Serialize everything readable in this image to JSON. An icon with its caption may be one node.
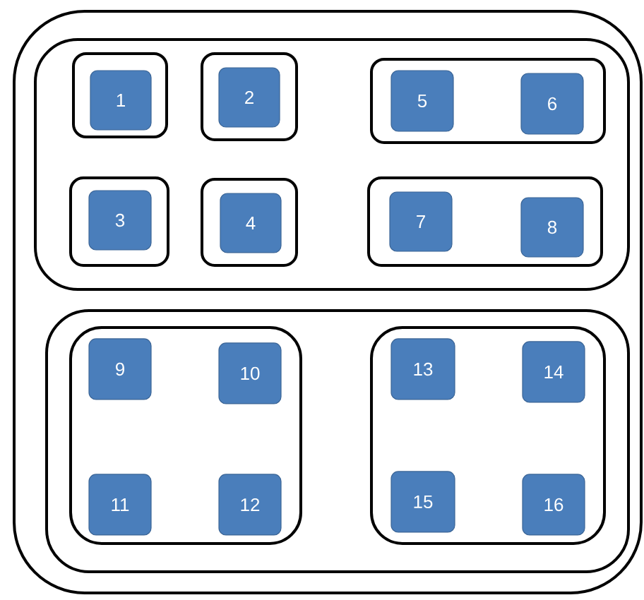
{
  "diagram": {
    "nodes": [
      {
        "text": [],
        "shape": "box"
      },
      {
        "text": [],
        "shape": "box",
        "in": 0
      },
      {
        "text": [],
        "shape": "box",
        "in": 1
      },
      {
        "text": [
          "1"
        ],
        "in": 2
      },
      {
        "text": [],
        "shape": "box",
        "in": 1
      },
      {
        "text": [
          "2"
        ],
        "in": 4
      },
      {
        "text": [],
        "shape": "box",
        "in": 1
      },
      {
        "text": [
          "5"
        ],
        "in": 6
      },
      {
        "text": [
          "6"
        ],
        "in": 6
      },
      {
        "text": [],
        "shape": "box",
        "in": 1
      },
      {
        "text": [
          "3"
        ],
        "in": 9
      },
      {
        "text": [],
        "shape": "box",
        "in": 1
      },
      {
        "text": [
          "4"
        ],
        "in": 11
      },
      {
        "text": [],
        "shape": "box",
        "in": 1
      },
      {
        "text": [
          "7"
        ],
        "in": 13
      },
      {
        "text": [
          "8"
        ],
        "in": 13
      },
      {
        "text": [],
        "shape": "box",
        "in": 0
      },
      {
        "text": [],
        "shape": "box",
        "in": 16
      },
      {
        "text": [
          "9"
        ],
        "in": 17
      },
      {
        "text": [
          "10"
        ],
        "in": 17
      },
      {
        "text": [
          "11"
        ],
        "in": 17
      },
      {
        "text": [
          "12"
        ],
        "in": 17
      },
      {
        "text": [],
        "shape": "box",
        "in": 16
      },
      {
        "text": [
          "13"
        ],
        "in": 22
      },
      {
        "text": [
          "14"
        ],
        "in": 22
      },
      {
        "text": [
          "15"
        ],
        "in": 22
      },
      {
        "text": [
          "16"
        ],
        "in": 22
      }
    ]
  }
}
